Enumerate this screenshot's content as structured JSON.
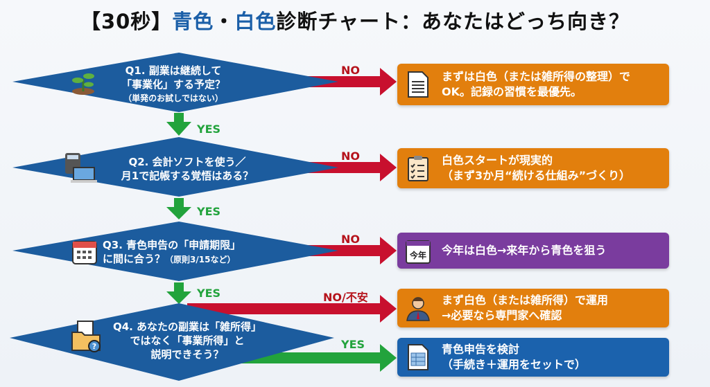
{
  "title": {
    "prefix": "【30秒】",
    "blue1": "青色",
    "dot": "・",
    "blue2": "白色",
    "suffix": "診断チャート：あなたはどっち向き？"
  },
  "questions": [
    {
      "line1": "Q1. 副業は継続して",
      "line2": "「事業化」する予定？",
      "note": "（単発のお試しではない）",
      "icon": "sprout-icon"
    },
    {
      "line1": "Q2. 会計ソフトを使う／",
      "line2": "月1で記帳する覚悟はある？",
      "icon": "calculator-laptop-icon"
    },
    {
      "line1": "Q3. 青色申告の「申請期限」",
      "line2": "に間に合う？",
      "note": "（原則3/15など）",
      "icon": "calendar-icon"
    },
    {
      "line1": "Q4. あなたの副業は「雑所得」",
      "line2": "ではなく「事業所得」と",
      "line3": "説明できそう？",
      "icon": "folder-question-icon"
    }
  ],
  "labels": {
    "yes": "YES",
    "no": "NO",
    "no_unsure": "NO/不安"
  },
  "results": [
    {
      "line1": "まずは白色（または雑所得の整理）で",
      "line2": "OK。記録の習慣を最優先。",
      "icon": "document-icon",
      "color": "#e27f0d"
    },
    {
      "line1": "白色スタートが現実的",
      "line2": "（まず3か月“続ける仕組み”づくり）",
      "icon": "checklist-icon",
      "color": "#e27f0d"
    },
    {
      "line1": "今年は白色→来年から青色を狙う",
      "icon": "calendar-this-year-icon",
      "icon_text": "今年",
      "color": "#7a3c9e"
    },
    {
      "line1": "まず白色（または雑所得）で運用",
      "line2": "→必要なら専門家へ確認",
      "icon": "advisor-icon",
      "color": "#e27f0d"
    },
    {
      "line1": "青色申告を検討",
      "line2": "（手続き＋運用をセットで）",
      "icon": "tax-form-icon",
      "color": "#1b62ad"
    }
  ]
}
